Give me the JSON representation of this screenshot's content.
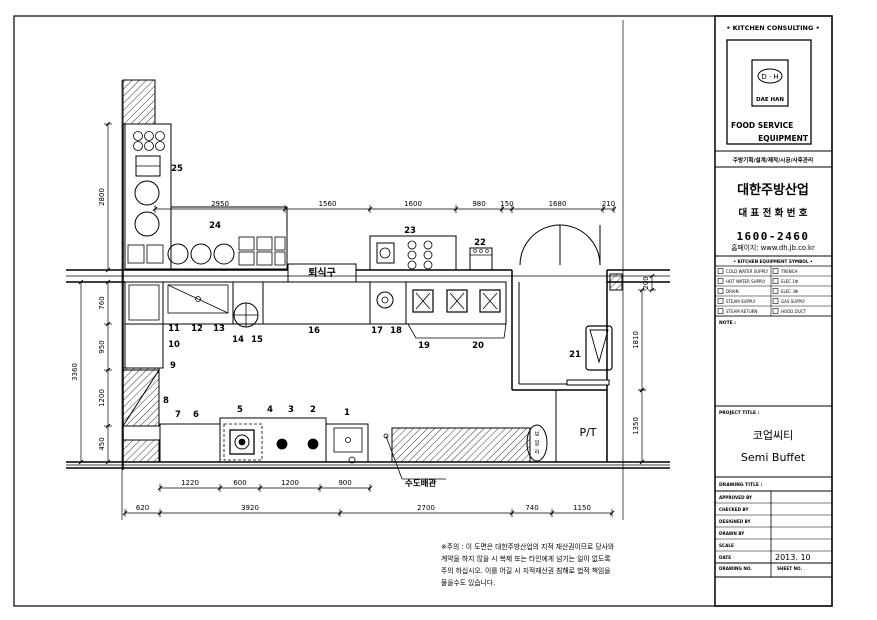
{
  "title_block": {
    "company_header": "• KITCHEN CONSULTING •",
    "logo_text": "D · H",
    "logo_sub": "DAE HAN",
    "fse_line1": "FOOD SERVICE",
    "fse_line2": "EQUIPMENT",
    "services": "주방기획/설계/제작/시공/사후관리",
    "company_name": "대한주방산업",
    "phone_label": "대 표 전 화 번 호",
    "phone": "1600-2460",
    "homepage": "홈페이지: www.dh.jb.co.kr",
    "symbol_header": "• KITCHEN EQUIPMENT SYMBOL •",
    "symbols": [
      {
        "left": "COLD WATER SUPPLY",
        "right": "TRENCH"
      },
      {
        "left": "HOT WATER SUPPLY",
        "right": "ELEC 1Φ"
      },
      {
        "left": "DRAIN",
        "right": "ELEC 3Φ"
      },
      {
        "left": "STEAM SUPPLY",
        "right": "GAS SUPPLY"
      },
      {
        "left": "STEAM RETURN",
        "right": "HOOD DUCT"
      }
    ],
    "note_label": "NOTE :",
    "project_title_label": "PROJECT TITLE :",
    "project_name": "코업씨티",
    "project_sub": "Semi Buffet",
    "drawing_title_label": "DRAWING TITLE :",
    "rows": [
      {
        "label": "APPROVED BY",
        "value": ""
      },
      {
        "label": "CHECKED BY",
        "value": ""
      },
      {
        "label": "DESIGNED BY",
        "value": ""
      },
      {
        "label": "DRAWN BY",
        "value": ""
      },
      {
        "label": "SCALE",
        "value": ""
      },
      {
        "label": "DATE",
        "value": "2013. 10"
      }
    ],
    "drawing_no_label": "DRAWING NO.",
    "sheet_no_label": "SHEET NO."
  },
  "plan": {
    "labels": {
      "return_counter": "퇴식구",
      "pt": "P/T",
      "water_pipe": "수도배관",
      "column_sign": "보 알 라"
    },
    "item_numbers": [
      "1",
      "2",
      "3",
      "4",
      "5",
      "6",
      "7",
      "8",
      "9",
      "10",
      "11",
      "12",
      "13",
      "14",
      "15",
      "16",
      "17",
      "18",
      "19",
      "20",
      "21",
      "22",
      "23",
      "24",
      "25"
    ],
    "dimensions_top": [
      "2950",
      "1560",
      "1600",
      "980",
      "150",
      "1680",
      "210"
    ],
    "dimensions_bottom_row1": [
      "1220",
      "600",
      "1200",
      "900"
    ],
    "dimensions_bottom_row2": [
      "620",
      "3920",
      "2700",
      "740",
      "1150"
    ],
    "dimensions_left": [
      "2800",
      "760",
      "950",
      "1200",
      "450",
      "3360"
    ],
    "dimensions_right": [
      "200",
      "1810",
      "1350"
    ]
  },
  "notice": {
    "line1": "※주의 : 이 도면은 대한주방산업의 지적 재산권이므로 당사와",
    "line2": "계약을 하지 않을 시 복제 또는 타인에게 넘기는 일이 없도록",
    "line3": "주의 하십시오. 이를 어길 시 지적재산권 침해로 법적 책임을",
    "line4": "물을수도 있습니다."
  }
}
